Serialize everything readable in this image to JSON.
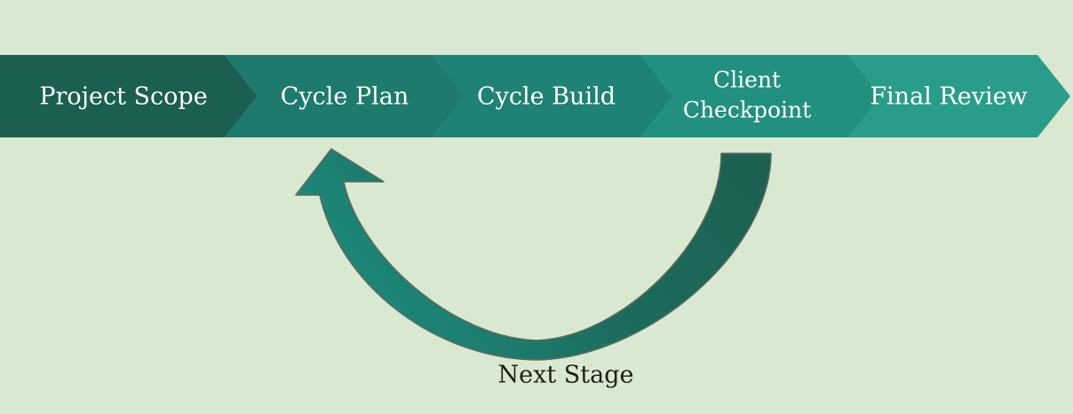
{
  "background_color": "#d9e8d1",
  "process_flow": {
    "stages": [
      {
        "label": "Project Scope",
        "color": "#1a5f52",
        "lines": [
          "Project Scope"
        ]
      },
      {
        "label": "Cycle Plan",
        "color": "#1d7a6c",
        "lines": [
          "Cycle Plan"
        ]
      },
      {
        "label": "Cycle Build",
        "color": "#1e8274",
        "lines": [
          "Cycle Build"
        ]
      },
      {
        "label": "Client Checkpoint",
        "color": "#21907f",
        "lines": [
          "Client",
          "Checkpoint"
        ]
      },
      {
        "label": "Final Review",
        "color": "#2a9d8a",
        "lines": [
          "Final Review"
        ]
      }
    ]
  },
  "feedback_loop": {
    "caption": "Next Stage",
    "caption_color": "#1e1e14",
    "arrow_start_color": "#1c5f52",
    "arrow_end_color": "#1c8a7b",
    "arrow_stroke_color": "#5c6b5c",
    "direction": "right-to-left",
    "from_stage": "Client Checkpoint",
    "to_stage": "Cycle Plan"
  }
}
